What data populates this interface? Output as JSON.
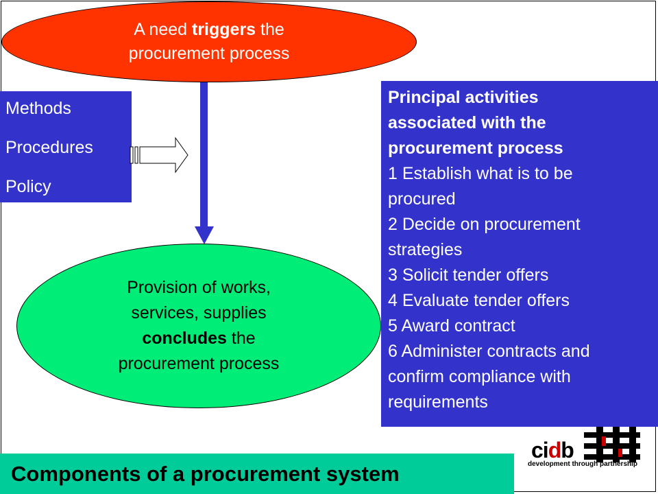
{
  "top_ellipse": {
    "line1_pre": "A need ",
    "line1_bold": "triggers",
    "line1_post": " the",
    "line2": "procurement process"
  },
  "left_box": {
    "items": [
      "Methods",
      "Procedures",
      "Policy"
    ]
  },
  "bottom_ellipse": {
    "line1": "Provision of works,",
    "line2": "services, supplies",
    "line3_bold": "concludes",
    "line3_post": " the",
    "line4": "procurement process"
  },
  "right_box": {
    "heading_lines": [
      "Principal activities",
      "associated with the",
      "procurement process"
    ],
    "lines": [
      "1 Establish what is to be",
      "procured",
      "2 Decide on procurement",
      "strategies",
      "3 Solicit tender offers",
      "4 Evaluate tender offers",
      "5 Award contract",
      "6 Administer contracts and",
      "confirm compliance with",
      "requirements"
    ]
  },
  "footer": {
    "title": "Components of a procurement system"
  },
  "logo": {
    "c": "ci",
    "d": "d",
    "b": "b",
    "tagline": "development through partnership"
  },
  "colors": {
    "top_ellipse": "#ff3300",
    "blue_box": "#3333cc",
    "bottom_ellipse": "#00ee77",
    "footer": "#00cc99",
    "logo_red": "#cc0000"
  }
}
